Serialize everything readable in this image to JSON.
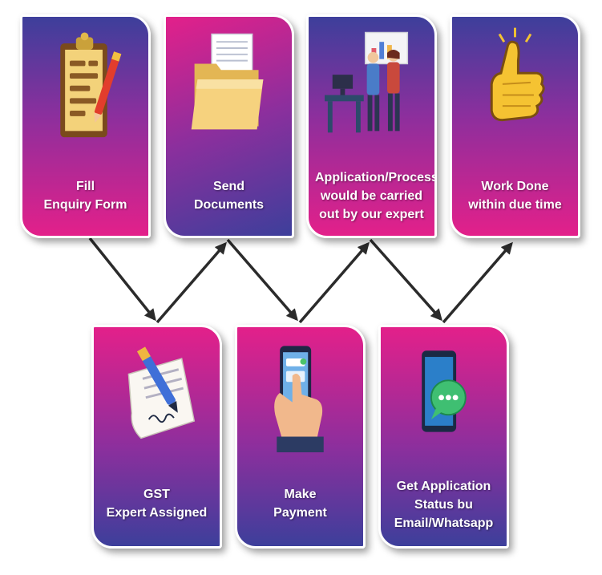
{
  "steps": [
    {
      "name": "step-fill-enquiry-form",
      "icon": "clipboard-form-icon",
      "lines": [
        "Fill",
        "Enquiry Form"
      ]
    },
    {
      "name": "step-send-documents",
      "icon": "folder-documents-icon",
      "lines": [
        "Send",
        "Documents"
      ]
    },
    {
      "name": "step-application-process",
      "icon": "office-experts-icon",
      "lines": [
        "Application/Process",
        "would be carried",
        "out by our expert"
      ]
    },
    {
      "name": "step-work-done",
      "icon": "thumbs-up-icon",
      "lines": [
        "Work Done",
        "within due time"
      ]
    },
    {
      "name": "step-gst-expert-assigned",
      "icon": "signed-document-icon",
      "lines": [
        "GST",
        "Expert Assigned"
      ]
    },
    {
      "name": "step-make-payment",
      "icon": "phone-payment-icon",
      "lines": [
        "Make",
        "Payment"
      ]
    },
    {
      "name": "step-get-application-status",
      "icon": "phone-chat-icon",
      "lines": [
        "Get Application",
        "Status bu",
        "Email/Whatsapp"
      ]
    }
  ],
  "flow": [
    [
      0,
      4
    ],
    [
      4,
      1
    ],
    [
      1,
      5
    ],
    [
      5,
      2
    ],
    [
      2,
      6
    ],
    [
      6,
      3
    ]
  ],
  "colors": {
    "pink": "#e3208a",
    "purple": "#8c2f9d",
    "indigo": "#3d3f9b",
    "arrow": "#2b2b2b"
  }
}
